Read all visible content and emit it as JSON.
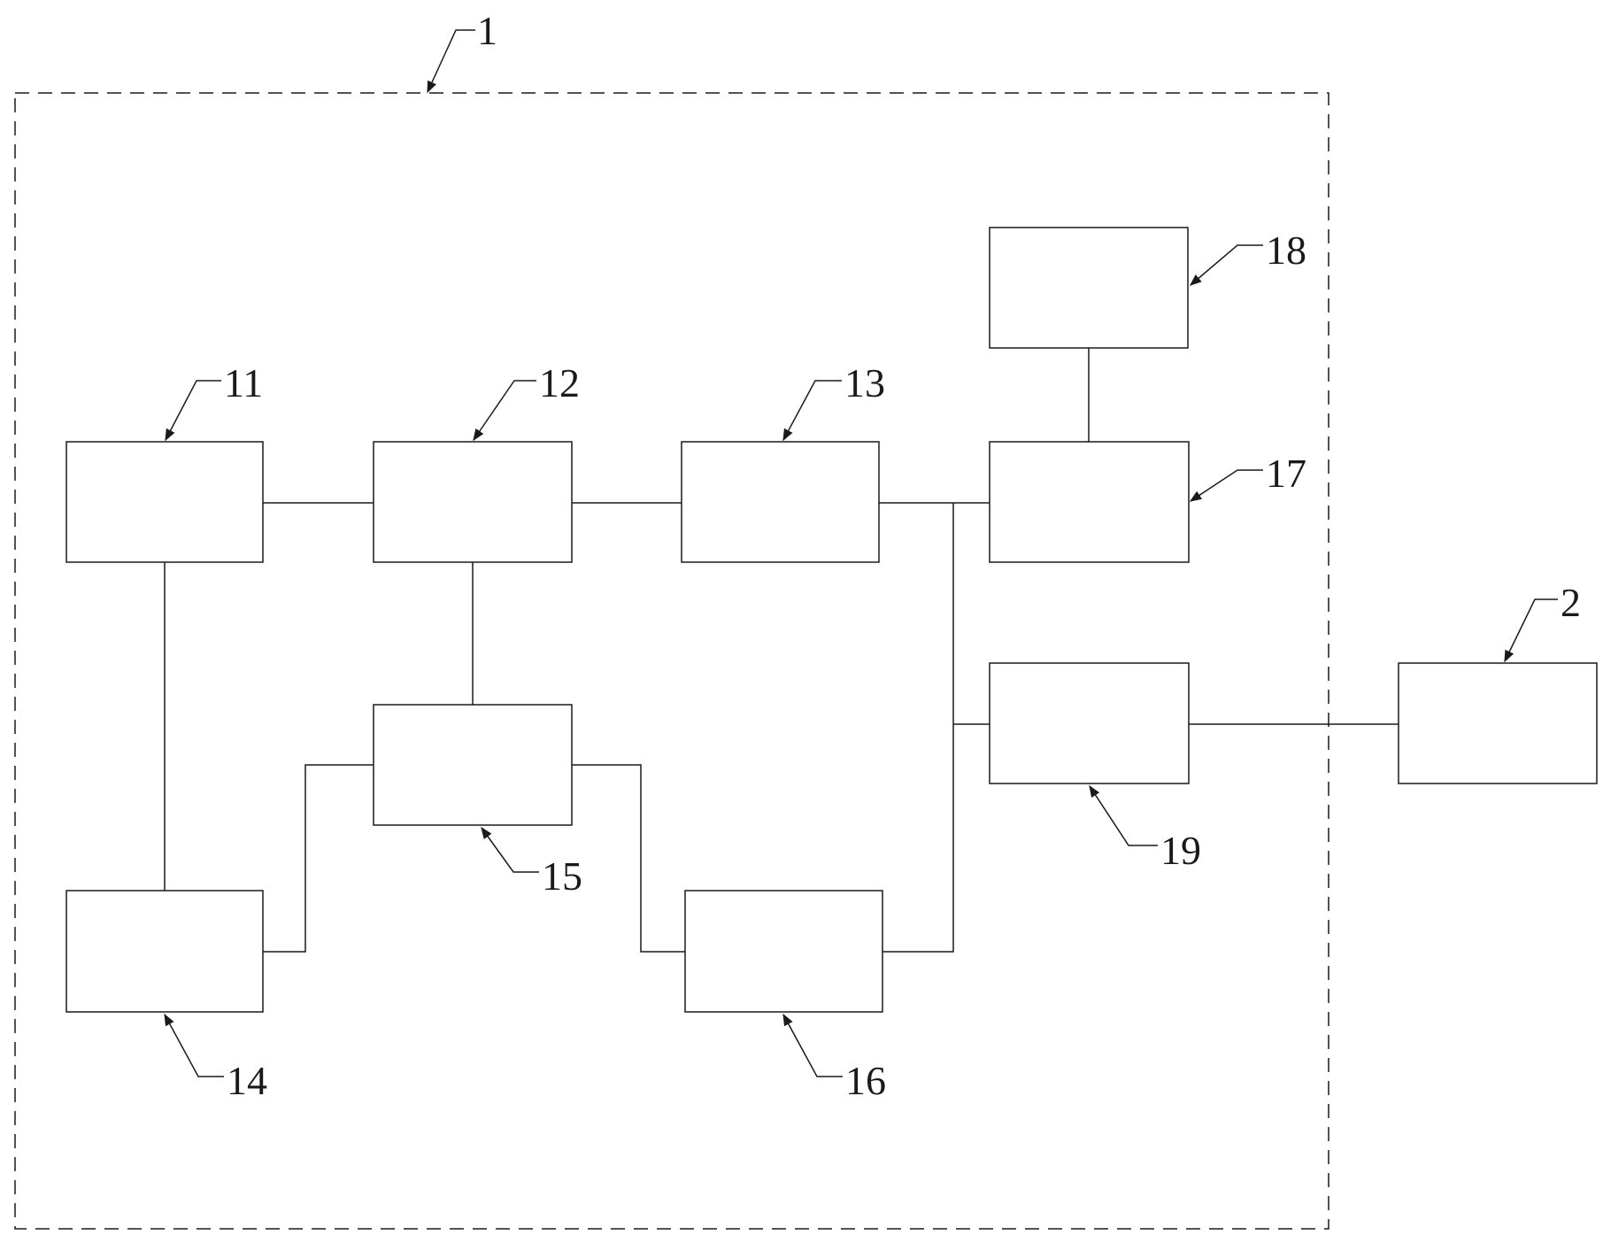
{
  "labels": {
    "system": "1",
    "external": "2",
    "b11": "11",
    "b12": "12",
    "b13": "13",
    "b14": "14",
    "b15": "15",
    "b16": "16",
    "b17": "17",
    "b18": "18",
    "b19": "19"
  }
}
